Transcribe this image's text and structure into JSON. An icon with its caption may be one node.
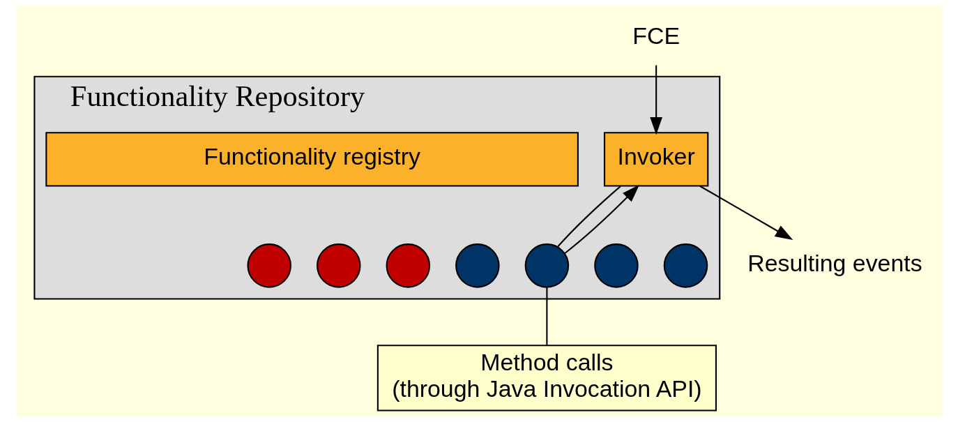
{
  "diagram": {
    "nodes": [
      {
        "text": [
          "Functionality Repository"
        ]
      },
      {
        "text": [
          "FCE"
        ]
      },
      {
        "text": [
          "Invoker"
        ],
        "in": 0
      },
      {
        "text": [
          "Functionality registry"
        ],
        "in": 0
      },
      {
        "text": [],
        "shape": "circle",
        "in": 0
      },
      {
        "text": [],
        "shape": "circle",
        "in": 0
      },
      {
        "text": [],
        "shape": "circle",
        "in": 0
      },
      {
        "text": [],
        "shape": "circle",
        "in": 0
      },
      {
        "text": [],
        "shape": "circle",
        "in": 0
      },
      {
        "text": [],
        "shape": "circle",
        "in": 0
      },
      {
        "text": [],
        "shape": "circle",
        "in": 0
      },
      {
        "text": [
          "Resulting events"
        ]
      },
      {
        "text": [
          "Method calls",
          "(through Java Invocation API)"
        ]
      }
    ],
    "edges": [
      {
        "from": 1,
        "to": 2,
        "arrow": "to"
      },
      {
        "from": 2,
        "to": 11,
        "arrow": "to"
      },
      {
        "from": 2,
        "to": 8,
        "arrow": "none"
      },
      {
        "from": 8,
        "to": 2,
        "arrow": "to"
      },
      {
        "from": 8,
        "to": 12,
        "arrow": "none"
      }
    ]
  }
}
